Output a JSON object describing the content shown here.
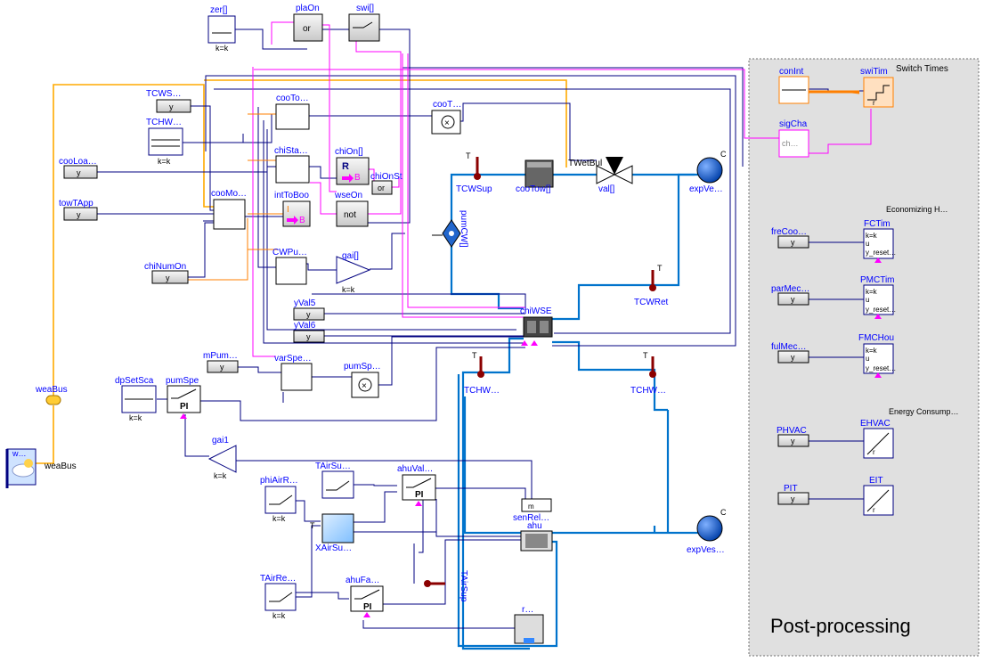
{
  "post": {
    "title": "Post-processing",
    "switch_times": "Switch Times",
    "economizing": "Economizing H…",
    "energy": "Energy Consump…"
  },
  "blocks": {
    "zer": "zer[]",
    "plaOn": "plaOn",
    "swi": "swi[]",
    "TCWS": "TCWS…",
    "TCHW": "TCHW…",
    "cooLoa": "cooLoa…",
    "towTApp": "towTApp",
    "chiNumOn": "chiNumOn",
    "weaBus": "weaBus",
    "weaBus2": "weaBus",
    "wea": "w…",
    "cooTo": "cooTo…",
    "chiSta": "chiSta…",
    "cooMo": "cooMo…",
    "CWPu": "CWPu…",
    "chiOn": "chiOn[]",
    "chiOnSt": "chiOnSt",
    "intToBoo": "intToBoo",
    "wseOn": "wseOn",
    "gai": "gai[]",
    "cooT": "cooT…",
    "TCWSup": "TCWSup",
    "cooTow": "cooTow[]",
    "val": "val[]",
    "expVe": "expVe…",
    "wetBul": "TWetBul",
    "pumCW": "pumCW[]",
    "TCWRet": "TCWRet",
    "yVal5": "yVal5",
    "yVal6": "yVal6",
    "chiWSE": "chiWSE",
    "mPum": "mPum…",
    "varSpe": "varSpe…",
    "pumSp": "pumSp…",
    "dpSetSca": "dpSetSca",
    "pumSpe": "pumSpe",
    "TCHWS": "TCHW…",
    "TCHWR": "TCHW…",
    "gai1": "gai1",
    "phiAirR": "phiAirR…",
    "TAirSu": "TAirSu…",
    "ahuVal": "ahuVal…",
    "XAirSu": "XAirSu…",
    "senRel": "senRel…",
    "ahu": "ahu",
    "expVes": "expVes…",
    "TAirSup": "TAirSup",
    "TAirRe": "TAirRe…",
    "ahuFa": "ahuFa…",
    "roo": "r…",
    "conInt": "conInt",
    "swiTim": "swiTim",
    "sigCha": "sigCha",
    "sigChaInner": "ch…",
    "freCoo": "freCoo…",
    "FCTim": "FCTim",
    "parMec": "parMec…",
    "PMCTim": "PMCTim",
    "fulMec": "fulMec…",
    "FMCHou": "FMCHou",
    "PHVAC": "PHVAC",
    "EHVAC": "EHVAC",
    "PIT": "PIT",
    "EIT": "EIT"
  },
  "inner": {
    "or": "or",
    "not": "not",
    "orSmall": "or",
    "PI": "PI",
    "R": "R",
    "B": "B",
    "I": "I",
    "y": "y",
    "kk": "k=k",
    "T": "T",
    "C": "C",
    "u": "u",
    "r": "r",
    "yreset": "y_reset…",
    "yTrunc": "y…",
    "mult": "×",
    "m": "m"
  },
  "colors": {
    "signal": "#000080",
    "boolean": "#ff00ff",
    "integer": "#ff7f00",
    "fluid": "#0073cc",
    "weather": "#ffaa00",
    "post_bg": "#e0e0e0"
  }
}
